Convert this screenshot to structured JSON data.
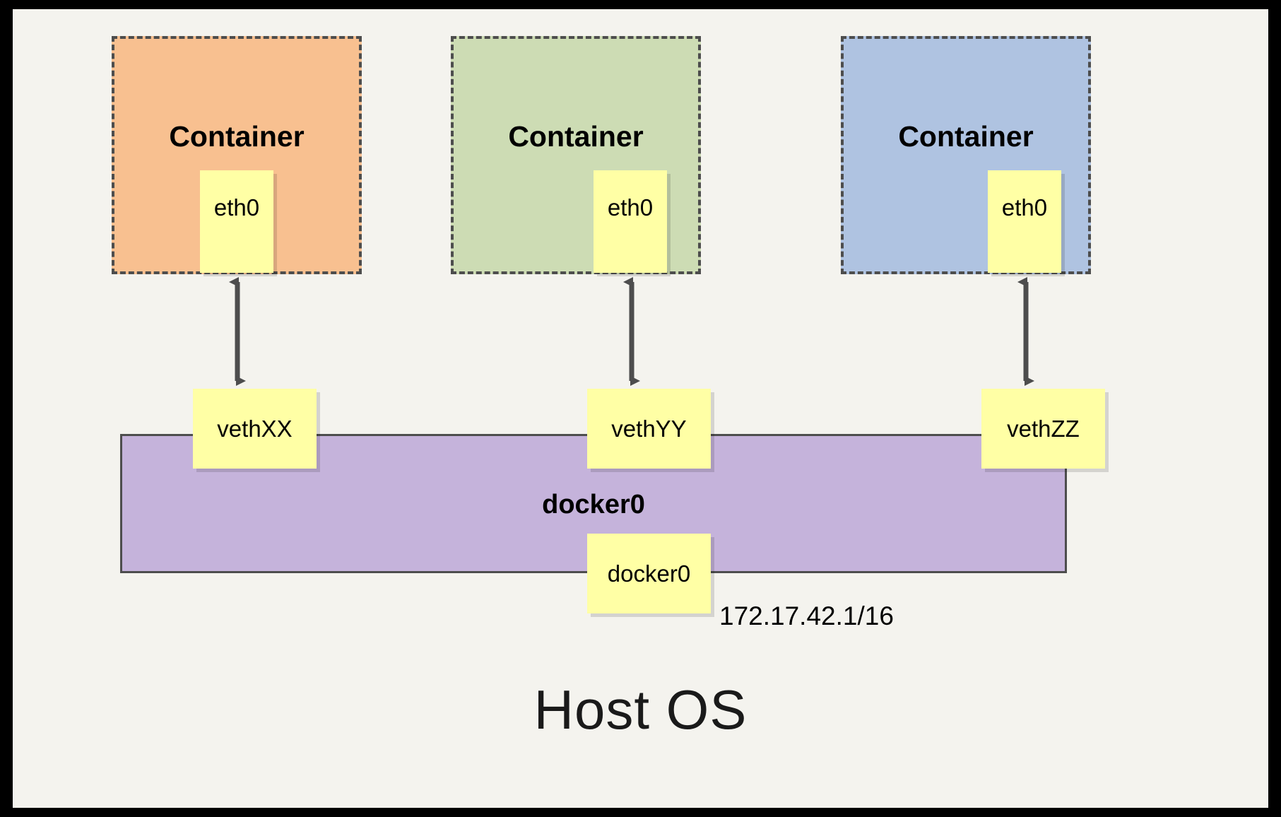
{
  "diagram": {
    "title_text": "Host OS",
    "background_color": "#f4f3ee",
    "frame_color": "#000000",
    "containers": [
      {
        "label": "Container",
        "fill": "#f8c090",
        "border": "#4d4d4d",
        "interface": {
          "label": "eth0",
          "fill": "#ffffa5"
        }
      },
      {
        "label": "Container",
        "fill": "#cddcb4",
        "border": "#4d4d4d",
        "interface": {
          "label": "eth0",
          "fill": "#ffffa5"
        }
      },
      {
        "label": "Container",
        "fill": "#afc3e1",
        "border": "#4d4d4d",
        "interface": {
          "label": "eth0",
          "fill": "#ffffa5"
        }
      }
    ],
    "veth_pairs": [
      {
        "label": "vethXX",
        "fill": "#ffffa5"
      },
      {
        "label": "vethYY",
        "fill": "#ffffa5"
      },
      {
        "label": "vethZZ",
        "fill": "#ffffa5"
      }
    ],
    "bridge": {
      "name": "docker0",
      "interface_label": "docker0",
      "ip_address": "172.17.42.1/16",
      "fill": "#c5b3db",
      "border": "#4d4d4d"
    },
    "arrows": {
      "style": "double-headed-vertical",
      "color": "#4d4d4d",
      "count": 3
    }
  }
}
